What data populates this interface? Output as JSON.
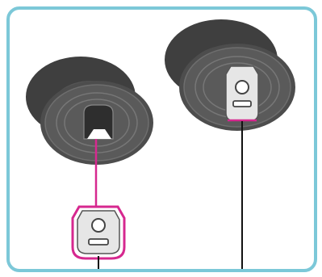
{
  "colors": {
    "frame_border": "#7cc8d8",
    "reel_dark": "#4a4a4a",
    "reel_mid": "#5e5e5e",
    "reel_face": "#6a6a6a",
    "clip_fill": "#e6e6e6",
    "clip_outline": "#555555",
    "highlight_magenta": "#d6288f",
    "cable": "#111111"
  },
  "panels": [
    {
      "name": "reel-with-detached-clip",
      "icon": "cable-reel-icon",
      "clip_icon": "cable-clip-icon",
      "clip_state": "detached"
    },
    {
      "name": "reel-with-attached-clip",
      "icon": "cable-reel-icon",
      "clip_icon": "cable-clip-icon",
      "clip_state": "attached"
    }
  ]
}
